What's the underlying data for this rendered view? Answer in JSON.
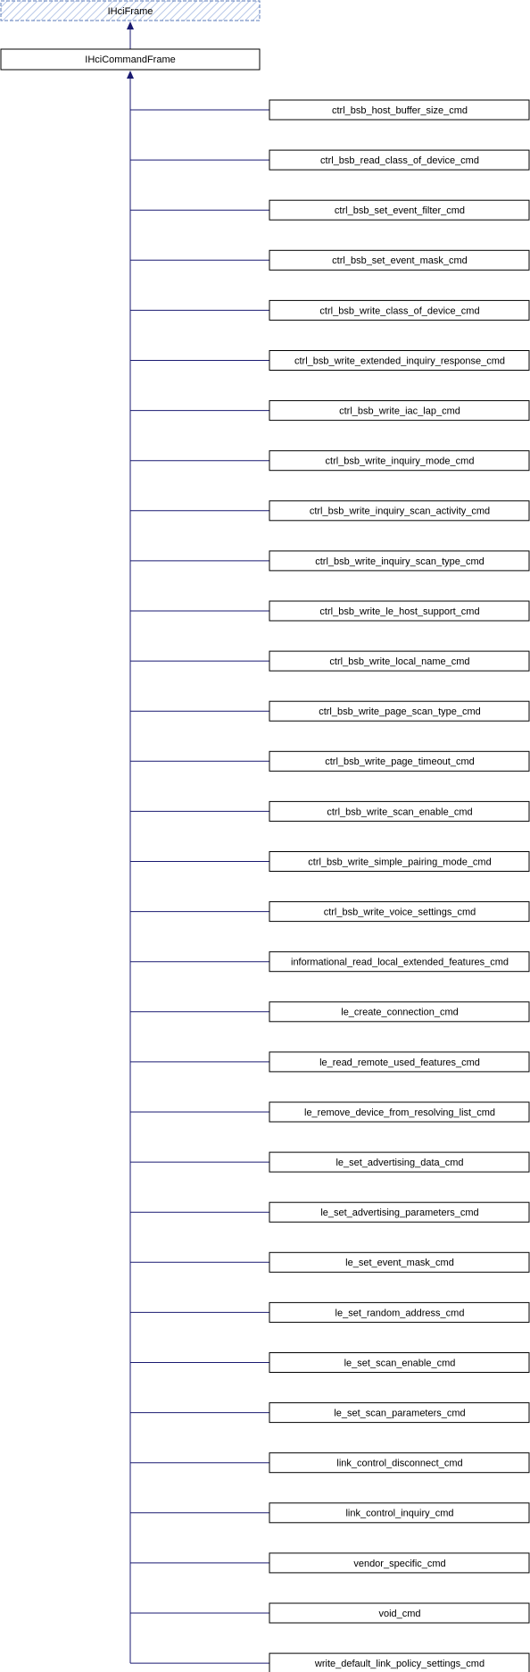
{
  "diagram": {
    "kind": "class-inheritance",
    "colors": {
      "edge": "#191970",
      "box_border": "#000000",
      "box_fill": "#ffffff",
      "external_border": "#5a7ab8",
      "external_hatch": "#b8c8e8"
    },
    "grandparent": {
      "label": "IHciFrame",
      "style": "external-hatched"
    },
    "parent": {
      "label": "IHciCommandFrame"
    },
    "children": [
      "ctrl_bsb_host_buffer_size_cmd",
      "ctrl_bsb_read_class_of_device_cmd",
      "ctrl_bsb_set_event_filter_cmd",
      "ctrl_bsb_set_event_mask_cmd",
      "ctrl_bsb_write_class_of_device_cmd",
      "ctrl_bsb_write_extended_inquiry_response_cmd",
      "ctrl_bsb_write_iac_lap_cmd",
      "ctrl_bsb_write_inquiry_mode_cmd",
      "ctrl_bsb_write_inquiry_scan_activity_cmd",
      "ctrl_bsb_write_inquiry_scan_type_cmd",
      "ctrl_bsb_write_le_host_support_cmd",
      "ctrl_bsb_write_local_name_cmd",
      "ctrl_bsb_write_page_scan_type_cmd",
      "ctrl_bsb_write_page_timeout_cmd",
      "ctrl_bsb_write_scan_enable_cmd",
      "ctrl_bsb_write_simple_pairing_mode_cmd",
      "ctrl_bsb_write_voice_settings_cmd",
      "informational_read_local_extended_features_cmd",
      "le_create_connection_cmd",
      "le_read_remote_used_features_cmd",
      "le_remove_device_from_resolving_list_cmd",
      "le_set_advertising_data_cmd",
      "le_set_advertising_parameters_cmd",
      "le_set_event_mask_cmd",
      "le_set_random_address_cmd",
      "le_set_scan_enable_cmd",
      "le_set_scan_parameters_cmd",
      "link_control_disconnect_cmd",
      "link_control_inquiry_cmd",
      "vendor_specific_cmd",
      "void_cmd",
      "write_default_link_policy_settings_cmd"
    ]
  }
}
